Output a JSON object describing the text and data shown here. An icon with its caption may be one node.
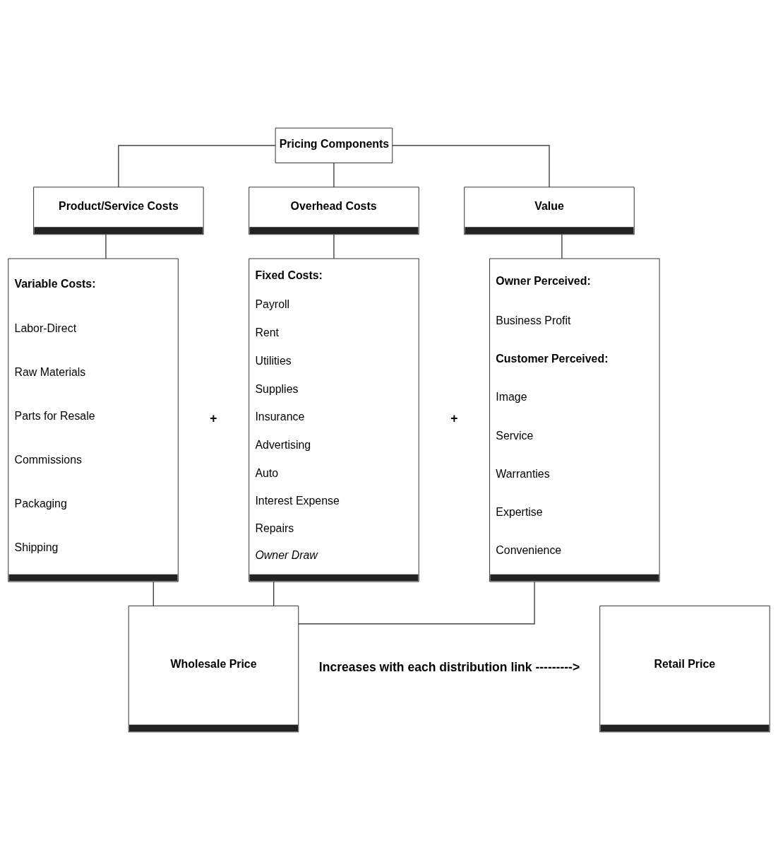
{
  "diagram": {
    "nodes": [
      {
        "text": [
          "Pricing Components"
        ]
      },
      {
        "text": [
          "Product/Service Costs"
        ]
      },
      {
        "text": [
          "Overhead Costs"
        ]
      },
      {
        "text": [
          "Value"
        ]
      },
      {
        "text": [
          "**Variable Costs:**",
          "Labor-Direct",
          "Raw Materials",
          "Parts for Resale",
          "Commissions",
          "Packaging",
          "Shipping"
        ]
      },
      {
        "text": [
          "**Fixed Costs:**",
          "Payroll",
          "Rent",
          "Utilities",
          "Supplies",
          "Insurance",
          "Advertising",
          "Auto",
          "Interest Expense",
          "Repairs",
          "*Owner Draw*"
        ]
      },
      {
        "text": [
          "**Owner Perceived:**",
          "Business Profit",
          "**Customer Perceived:**",
          "Image",
          "Service",
          "Warranties",
          "Expertise",
          "Convenience"
        ]
      },
      {
        "text": [
          "Wholesale Price"
        ]
      },
      {
        "text": [
          "Retail Price"
        ]
      }
    ],
    "edges": [
      {
        "from": 0,
        "to": 1,
        "arrow": "none"
      },
      {
        "from": 0,
        "to": 2,
        "arrow": "none"
      },
      {
        "from": 0,
        "to": 3,
        "arrow": "none"
      },
      {
        "from": 1,
        "to": 4,
        "arrow": "none"
      },
      {
        "from": 2,
        "to": 5,
        "arrow": "none"
      },
      {
        "from": 3,
        "to": 6,
        "arrow": "none"
      },
      {
        "from": 4,
        "to": 7,
        "arrow": "none"
      },
      {
        "from": 5,
        "to": 7,
        "arrow": "none"
      },
      {
        "from": 6,
        "to": 7,
        "arrow": "none"
      }
    ],
    "labels": [
      "+",
      "+",
      "Increases with each distribution link --------->"
    ]
  }
}
